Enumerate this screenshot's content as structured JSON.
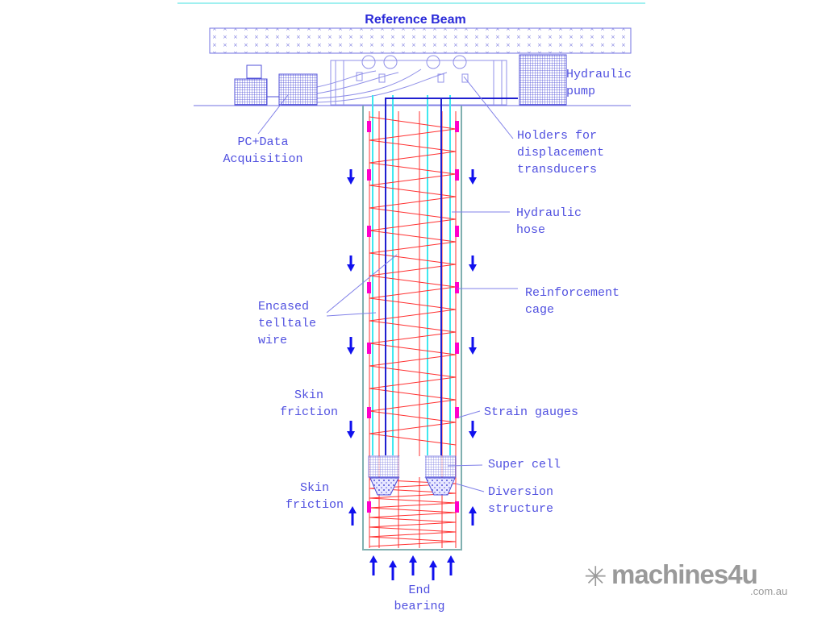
{
  "labels": {
    "reference_beam": "Reference Beam",
    "hydraulic_pump": [
      "Hydraulic",
      "pump"
    ],
    "pc_data": [
      "PC+Data",
      "Acquisition"
    ],
    "holders": [
      "Holders for",
      "displacement",
      "transducers"
    ],
    "hydraulic_hose": [
      "Hydraulic",
      "hose"
    ],
    "reinforcement": [
      "Reinforcement",
      "cage"
    ],
    "telltale": [
      "Encased",
      "telltale",
      "wire"
    ],
    "skin_friction_upper": [
      "Skin",
      "friction"
    ],
    "strain_gauges": "Strain gauges",
    "super_cell": "Super cell",
    "diversion": [
      "Diversion",
      "structure"
    ],
    "skin_friction_lower": [
      "Skin",
      "friction"
    ],
    "end_bearing": [
      "End",
      "bearing"
    ]
  },
  "watermark": {
    "brand": "machines4u",
    "domain": ".com.au"
  },
  "colors": {
    "line": "#5050e0",
    "arrow": "#1010ee",
    "rebar": "#ff3030",
    "gauge": "#ff00cc",
    "telltale": "#40e8f0"
  }
}
